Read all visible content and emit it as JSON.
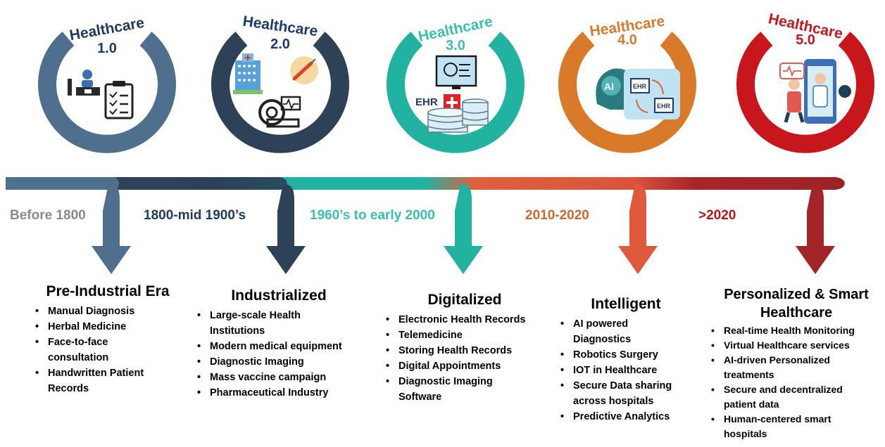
{
  "stages": [
    {
      "id": "h1",
      "ring_title": "Healthcare",
      "ring_version": "1.0",
      "period": "Before 1800",
      "stage_title": "Pre-Industrial Era",
      "items": [
        "Manual Diagnosis",
        "Herbal Medicine",
        "Face-to-face consultation",
        "Handwritten Patient Records"
      ],
      "ring_color": "#4f6f8f",
      "period_color": "#8a8a8a",
      "title_color": "#1f3a5f"
    },
    {
      "id": "h2",
      "ring_title": "Healthcare",
      "ring_version": "2.0",
      "period": "1800-mid 1900’s",
      "stage_title": "Industrialized",
      "items": [
        "Large-scale Health Institutions",
        "Modern medical equipment",
        "Diagnostic Imaging",
        "Mass vaccine campaign",
        "Pharmaceutical Industry"
      ],
      "ring_color": "#2d4157",
      "period_color": "#1f3a5f",
      "title_color": "#1f3a6f"
    },
    {
      "id": "h3",
      "ring_title": "Healthcare",
      "ring_version": "3.0",
      "period": "1960’s to early 2000",
      "stage_title": "Digitalized",
      "items": [
        "Electronic Health Records",
        "Telemedicine",
        "Storing Health Records",
        "Digital Appointments",
        "Diagnostic Imaging Software"
      ],
      "ring_color": "#22b2a0",
      "period_color": "#3bbfb0",
      "title_color": "#3bbfb0"
    },
    {
      "id": "h4",
      "ring_title": "Healthcare",
      "ring_version": "4.0",
      "period": "2010-2020",
      "stage_title": "Intelligent",
      "items": [
        "AI powered Diagnostics",
        "Robotics Surgery",
        "IOT in Healthcare",
        "Secure Data sharing across hospitals",
        "Predictive Analytics"
      ],
      "ring_color": "#d97a2a",
      "period_color": "#c96a2c",
      "title_color": "#c96a2c"
    },
    {
      "id": "h5",
      "ring_title": "Healthcare",
      "ring_version": "5.0",
      "period": ">2020",
      "stage_title": "Personalized & Smart Healthcare",
      "items": [
        "Real-time Health Monitoring",
        "Virtual Healthcare services",
        "AI-driven Personalized treatments",
        "Secure and decentralized patient data",
        "Human-centered smart hospitals"
      ],
      "ring_color": "#c8161d",
      "period_color": "#b3181e",
      "title_color": "#c8161d"
    }
  ],
  "icons": {
    "h1": [
      "doctor-desk-icon",
      "clipboard-checklist-icon"
    ],
    "h2": [
      "hospital-building-icon",
      "vaccine-syringe-icon",
      "mri-scanner-icon"
    ],
    "h3": [
      "computer-monitor-icon",
      "ehr-record-icon",
      "database-icon"
    ],
    "h4": [
      "ai-brain-icon",
      "ehr-exchange-icon"
    ],
    "h5": [
      "smartphone-doctor-icon",
      "patient-monitoring-icon"
    ]
  },
  "icon_text": {
    "ehr": "EHR",
    "ai": "AI"
  }
}
